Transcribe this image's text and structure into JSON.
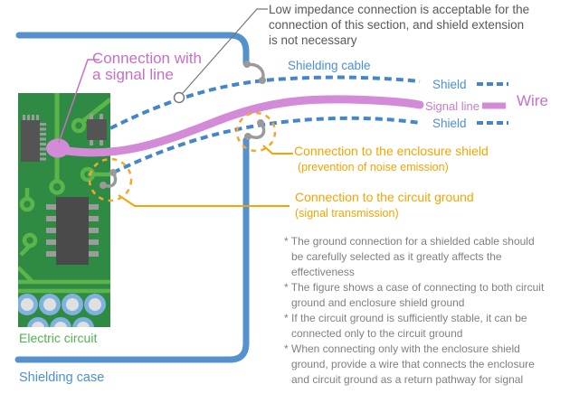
{
  "diagram": {
    "top_note": {
      "lines": [
        "Low impedance connection is acceptable for the",
        "connection of this section, and shield extension",
        "is not necessary"
      ]
    },
    "signal_connection_label": {
      "lines": [
        "Connection with",
        "a signal line"
      ]
    },
    "shielding_cable_label": "Shielding cable",
    "legend": {
      "shield_top": "Shield",
      "signal_line": "Signal line",
      "wire": "Wire",
      "shield_bottom": "Shield"
    },
    "enclosure_connection": {
      "title": "Connection to the enclosure shield",
      "subtitle": "(prevention of noise emission)"
    },
    "circuit_connection": {
      "title": "Connection to the circuit ground",
      "subtitle": "(signal transmission)"
    },
    "notes": {
      "lines": [
        "* The ground connection for a shielded cable should",
        "be carefully selected as it greatly affects the",
        "effectiveness",
        "* The figure shows a case of connecting to both circuit",
        "ground and enclosure shield ground",
        "* If the circuit ground is sufficiently stable, it can be",
        "connected only to the circuit ground",
        "* When connecting only with the enclosure shield",
        "ground, provide a wire that connects the enclosure",
        "and circuit ground as a return pathway for signal"
      ]
    },
    "electric_circuit_label": "Electric circuit",
    "shielding_case_label": "Shielding case"
  },
  "colors": {
    "case_blue": "#5591ce",
    "shield_line_blue": "#4485cc",
    "label_blue": "#4a90d2",
    "wire_pink": "#d38bd8",
    "pink_text": "#c86ec8",
    "orange": "#f5a400",
    "highlight_orange": "#f0a830",
    "board_green": "#2f8a44",
    "trace_green": "#5bb54a",
    "green_text": "#52b152",
    "note_gray": "#595959",
    "bullet_gray": "#808080",
    "hook_gray": "#9a9a9a"
  }
}
